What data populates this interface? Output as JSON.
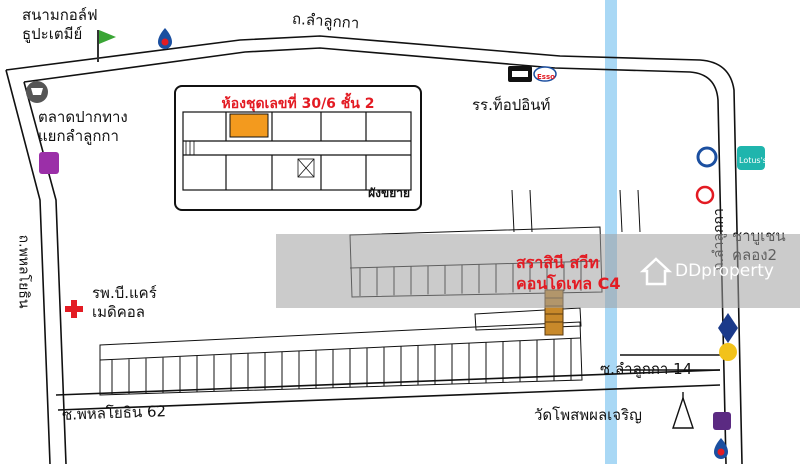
{
  "labels": {
    "golf_course": "สนามกอล์ฟ\nธูปะเตมีย์",
    "road_lamlukka_top": "ถ.ลำลูกกา",
    "market": "ตลาดปากทาง\nแยกลำลูกกา",
    "road_phahonyothin": "ถ.พหลโยธิน",
    "hospital": "รพ.บี.แคร์\nเมดิคอล",
    "soi_phahonyothin_62": "ซ.พหลโยธิน 62",
    "school": "รร.ท็อปอินท์",
    "inset_title": "ห้องชุดเลขที่ 30/6 ชั้น 2",
    "inset_caption": "ผังขยาย",
    "condo_name": "สราสินี สวีท\nคอนโดเทล C4",
    "road_lamlukka_right": "ถ.ลำลูกกา",
    "shabushi": "ชาบูเชน\nคลอง2",
    "soi_lamlukka_14": "ซ.ลำลูกกา 14",
    "temple": "วัดโพสพผลเจริญ",
    "watermark_brand": "DDproperty",
    "lotus_logo": "Lotus's",
    "esso_logo": "Esso"
  },
  "icons": {
    "golf_flag": "golf-flag-icon",
    "ptt_top": "ptt-gas-icon",
    "shopping_cart": "shopping-cart-icon",
    "market_logo": "market-logo-icon",
    "hospital_cross": "hospital-cross-icon",
    "hotel_bed": "hotel-bed-icon",
    "esso": "esso-icon",
    "lotus": "lotus-store-icon",
    "phone_store": "phone-store-icon",
    "pt_station": "pt-gas-icon",
    "bangkok_bank": "bangkok-bank-icon",
    "krungsri_bank": "krungsri-bank-icon",
    "scb_bank": "scb-bank-icon",
    "ptt_bottom": "ptt-gas-icon",
    "temple": "temple-icon",
    "building": "condo-building-icon"
  },
  "colors": {
    "road": "#111111",
    "canal": "#a9d8f5",
    "accent_red": "#e31b23",
    "highlight_unit": "#f39a1e",
    "green_golf": "#3aa535",
    "lotus_teal": "#1fb5ad"
  }
}
